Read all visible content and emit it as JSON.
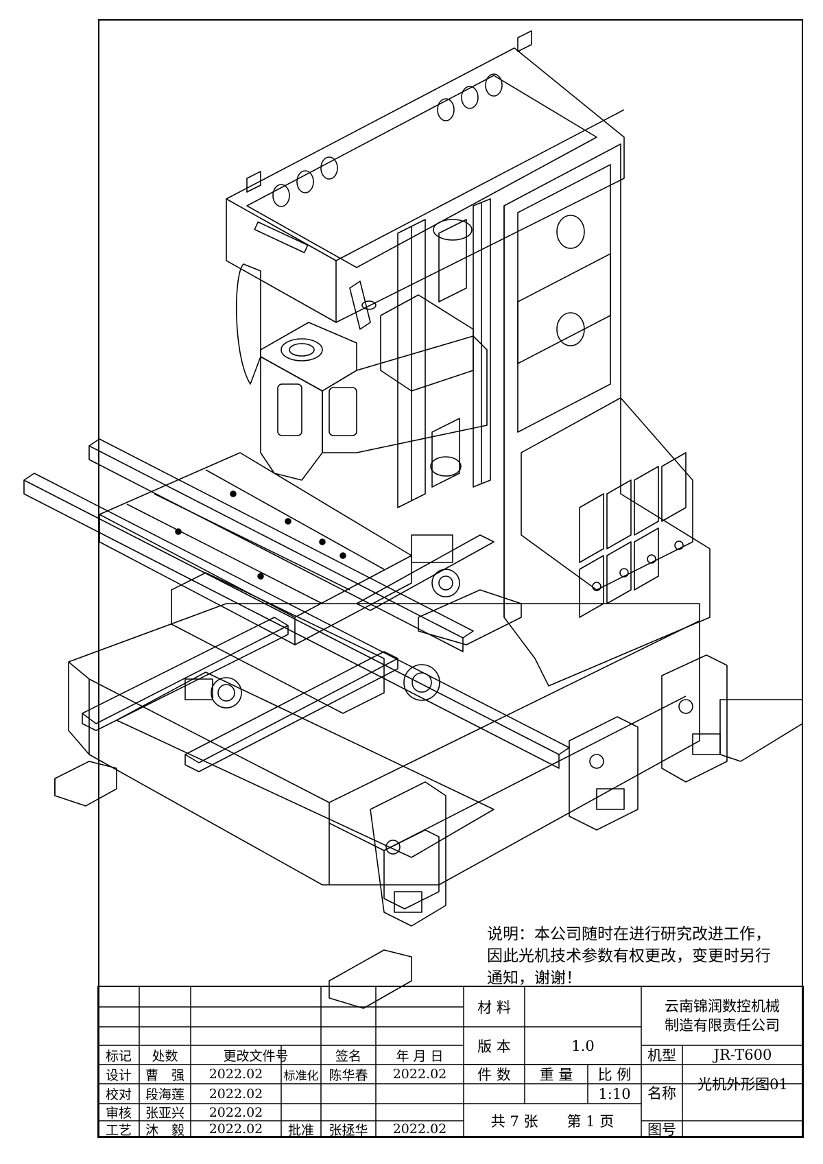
{
  "note": {
    "line1": "说明：本公司随时在进行研究改进工作，",
    "line2": "因此光机技术参数有权更改，变更时另行",
    "line3": "通知，谢谢！"
  },
  "title_block": {
    "header": {
      "mark": "标记",
      "count": "处数",
      "change_doc": "更改文件号",
      "signature": "签名",
      "date": "年 月 日"
    },
    "rows": {
      "design": {
        "role": "设计",
        "name": "曹　强",
        "date": "2022.02"
      },
      "check": {
        "role": "校对",
        "name": "段海莲",
        "date": "2022.02"
      },
      "review": {
        "role": "审核",
        "name": "张亚兴",
        "date": "2022.02"
      },
      "process": {
        "role": "工艺",
        "name": "沐　毅",
        "date": "2022.02"
      }
    },
    "standardization": {
      "label": "标准化",
      "name": "陈华春",
      "date": "2022.02"
    },
    "approval": {
      "label": "批准",
      "name": "张拯华",
      "date": "2022.02"
    },
    "material_label": "材 料",
    "version_label": "版 本",
    "version_value": "1.0",
    "pieces_label": "件 数",
    "weight_label": "重 量",
    "scale_label": "比 例",
    "scale_value": "1:10",
    "sheets": "共 7 张　　第 1 页",
    "company_line1": "云南锦润数控机械",
    "company_line2": "制造有限责任公司",
    "model_label": "机型",
    "model_value": "JR-T600",
    "name_label": "名称",
    "name_value": "光机外形图01",
    "drawing_no_label": "图号"
  }
}
